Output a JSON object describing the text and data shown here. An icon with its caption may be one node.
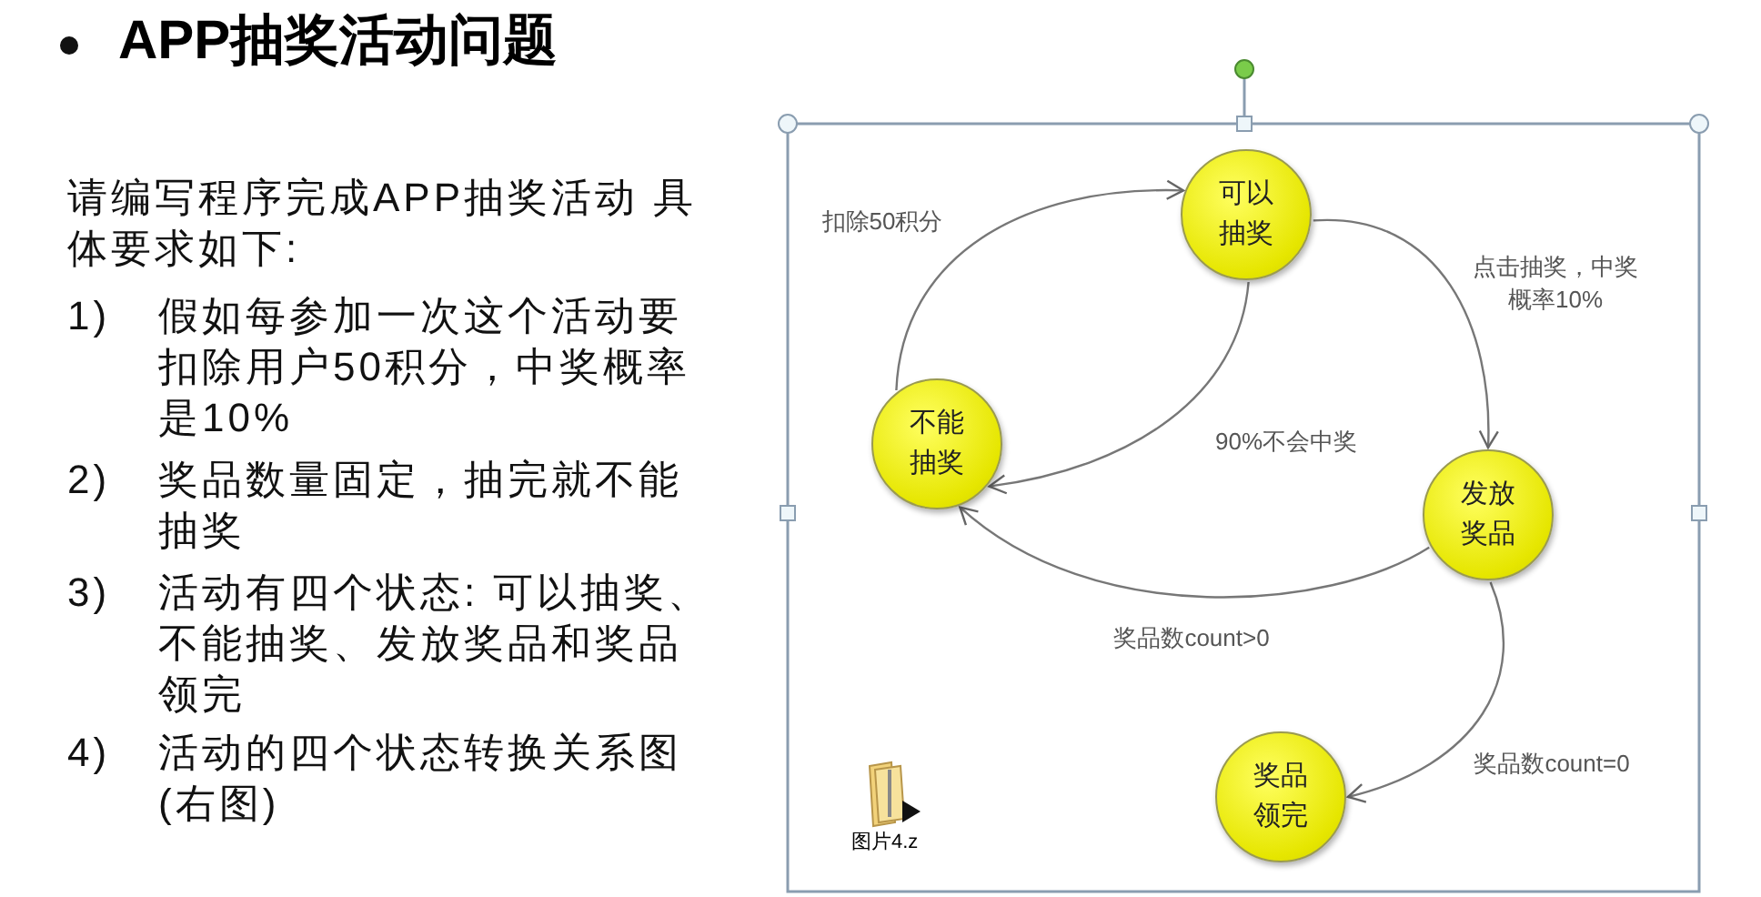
{
  "diagram": {
    "title": "APP抽奖活动问题",
    "nodes": [
      {
        "text": [
          "可以抽奖"
        ]
      },
      {
        "text": [
          "不能抽奖"
        ]
      },
      {
        "text": [
          "发放奖品"
        ]
      },
      {
        "text": [
          "奖品领完"
        ]
      }
    ],
    "edges": [
      {
        "from": 1,
        "to": 0,
        "arrow": "to",
        "label": "扣除50积分"
      },
      {
        "from": 0,
        "to": 2,
        "arrow": "to",
        "label": "点击抽奖，中奖概率10%"
      },
      {
        "from": 0,
        "to": 1,
        "arrow": "to",
        "label": "90%不会中奖"
      },
      {
        "from": 2,
        "to": 1,
        "arrow": "to",
        "label": "奖品数count>0"
      },
      {
        "from": 2,
        "to": 3,
        "arrow": "to",
        "label": "奖品数count=0"
      }
    ],
    "labels": [
      "请编写程序完成APP抽奖活动 具体要求如下:",
      "1)",
      "假如每参加一次这个活动要扣除用户50积分，中奖概率是10%",
      "2)",
      "奖品数量固定，抽完就不能抽奖",
      "3)",
      "活动有四个状态: 可以抽奖、不能抽奖、发放奖品和奖品领完",
      "4)",
      "活动的四个状态转换关系图(右图)",
      "图片4.z"
    ]
  }
}
